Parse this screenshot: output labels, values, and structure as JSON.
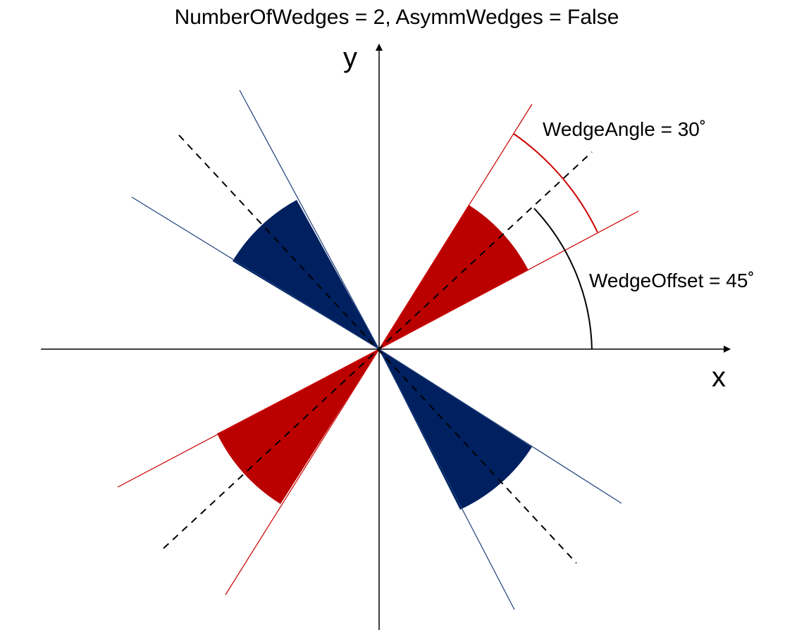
{
  "title": "NumberOfWedges = 2, AsymmWedges = False",
  "axes": {
    "x_label": "x",
    "y_label": "y"
  },
  "annotations": {
    "wedge_angle": "WedgeAngle = 30˚",
    "wedge_offset": "WedgeOffset = 45˚"
  },
  "parameters": {
    "number_of_wedges": 2,
    "asymm_wedges": false,
    "wedge_angle_deg": 30,
    "wedge_offset_deg": 45
  },
  "colors": {
    "red_wedge": "#bb0000",
    "navy_wedge": "#002060",
    "red_line": "#cc0000",
    "navy_line": "#1f3f7a",
    "axis": "#000000"
  }
}
